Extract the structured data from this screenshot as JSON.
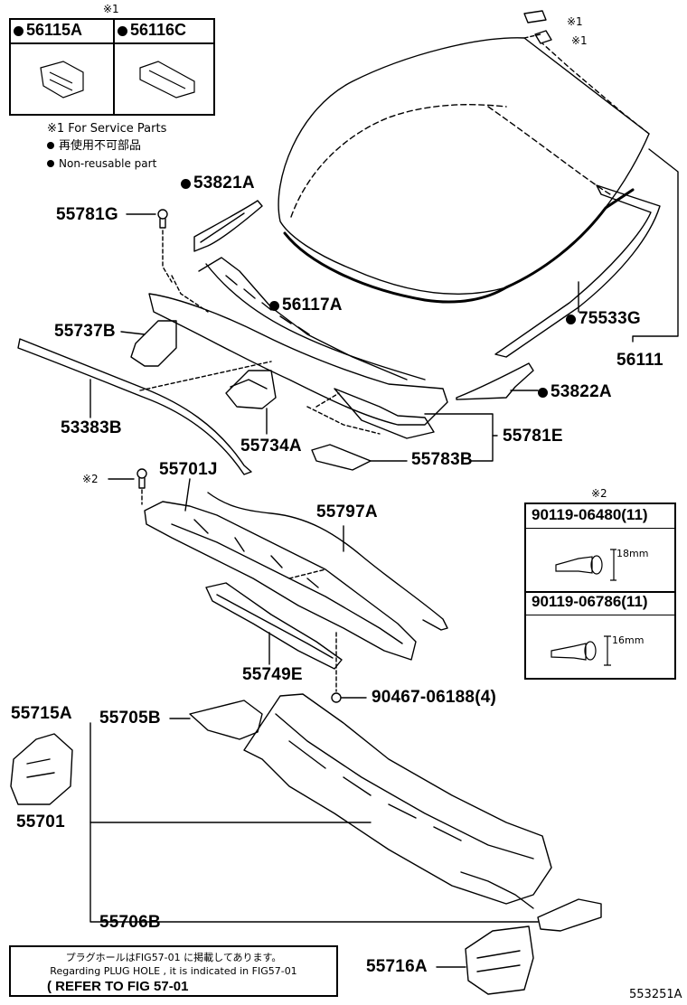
{
  "service_box": {
    "mark": "※1",
    "parts": [
      {
        "label": "56115A",
        "nonreusable": true
      },
      {
        "label": "56116C",
        "nonreusable": true
      }
    ]
  },
  "legend": {
    "service_note": "※1 For Service Parts",
    "jp_note": "再使用不可部品",
    "en_note": "Non-reusable part"
  },
  "glass_marks": {
    "m1": "※1",
    "m2": "※1"
  },
  "labels": {
    "p53821A": "53821A",
    "p55781G": "55781G",
    "p56117A": "56117A",
    "p75533G": "75533G",
    "p56111": "56111",
    "p55737B": "55737B",
    "p53822A": "53822A",
    "p53383B": "53383B",
    "p55734A": "55734A",
    "p55781E": "55781E",
    "p55783B": "55783B",
    "p55701J": "55701J",
    "mark2": "※2",
    "p55797A": "55797A",
    "p55749E": "55749E",
    "p90467": "90467-06188(4)",
    "p55715A": "55715A",
    "p55705B": "55705B",
    "p55701": "55701",
    "p55706B": "55706B",
    "p55716A": "55716A"
  },
  "bolt_table": {
    "mark": "※2",
    "rows": [
      {
        "part": "90119-06480(11)",
        "dim": "18mm"
      },
      {
        "part": "90119-06786(11)",
        "dim": "16mm"
      }
    ]
  },
  "plug_note": {
    "line_jp": "プラグホールはFIG57-01 に掲載してあります。",
    "line_en": "Regarding PLUG HOLE , it is indicated in FIG57-01",
    "line_ref": "( REFER TO FIG 57-01"
  },
  "figure_id": "553251A"
}
